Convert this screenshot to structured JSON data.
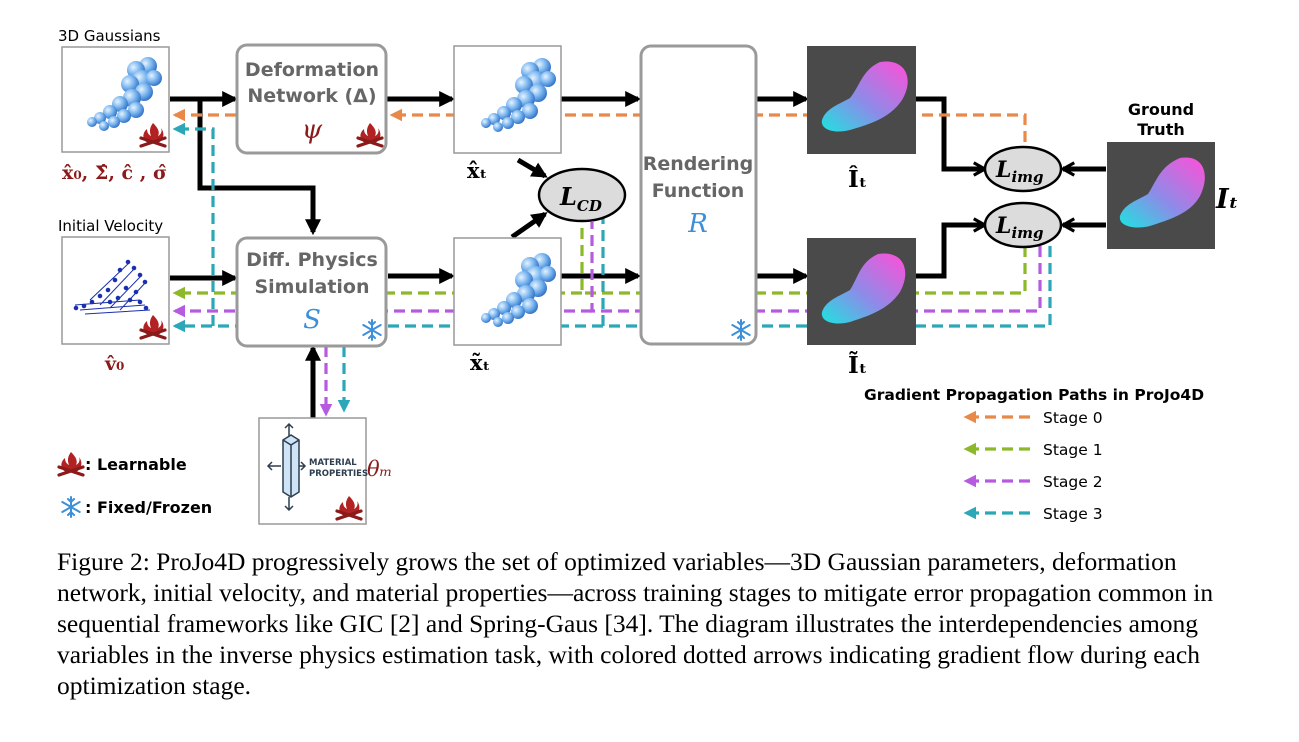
{
  "labels": {
    "gaussians": "3D Gaussians",
    "velocity": "Initial Velocity",
    "gaussian_params": "x̂₀, Σ̂, ĉ , σ̂",
    "velocity_var": "v̂₀",
    "x_hat": "x̂ₜ",
    "x_tilde": "x̃ₜ",
    "I_hat": "Îₜ",
    "I_tilde": "Ĩₜ",
    "I_t": "Iₜ",
    "ground_truth_line1": "Ground",
    "ground_truth_line2": "Truth",
    "theta_m": "θₘ",
    "material_line1": "MATERIAL",
    "material_line2": "PROPERTIES"
  },
  "boxes": {
    "deformation_line1": "Deformation",
    "deformation_line2": "Network (Δ)",
    "deformation_symbol": "ψ",
    "physics_line1": "Diff. Physics",
    "physics_line2": "Simulation",
    "physics_symbol": "S",
    "rendering_line1": "Rendering",
    "rendering_line2": "Function",
    "rendering_symbol": "R"
  },
  "losses": {
    "cd": "L",
    "cd_sub": "CD",
    "img": "L",
    "img_sub": "img"
  },
  "key": {
    "learnable": ": Learnable",
    "frozen": ": Fixed/Frozen"
  },
  "legend": {
    "title": "Gradient Propagation Paths in ProJo4D",
    "stages": [
      {
        "label": "Stage 0",
        "color": "#E8894A"
      },
      {
        "label": "Stage 1",
        "color": "#8DB82A"
      },
      {
        "label": "Stage 2",
        "color": "#B65BE0"
      },
      {
        "label": "Stage 3",
        "color": "#2BA7B8"
      }
    ]
  },
  "colors": {
    "dark_red": "#8B1A1A",
    "blue_symbol": "#3C8FD8",
    "stage0": "#E8894A",
    "stage1": "#8DB82A",
    "stage2": "#B65BE0",
    "stage3": "#2BA7B8"
  },
  "caption": "Figure 2: ProJo4D progressively grows the set of optimized variables—3D Gaussian parameters, deformation network, initial velocity, and material properties—across training stages to mitigate error propagation common in sequential frameworks like GIC [2] and Spring-Gaus [34]. The diagram illustrates the interdependencies among variables in the inverse physics estimation task, with colored dotted arrows indicating gradient flow during each optimization stage."
}
